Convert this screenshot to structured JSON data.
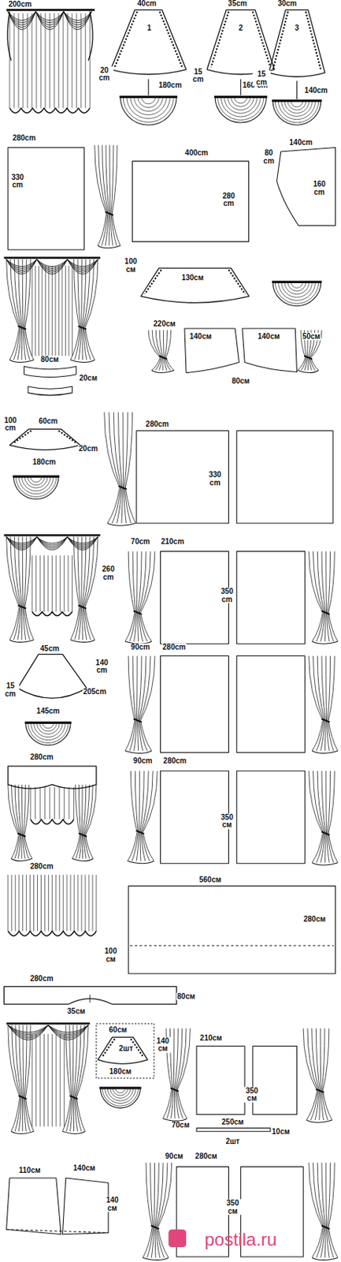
{
  "diagram": {
    "labels": [
      "200cm",
      "40cm",
      "1",
      "20 cm",
      "180cm",
      "35cm",
      "2",
      "15 cm",
      "160 cm",
      "30cm",
      "3",
      "15 cm",
      "140cm",
      "280cm",
      "330 cm",
      "400cm",
      "280 cm",
      "140cm",
      "80 cm",
      "160 cm",
      "100 см",
      "130см",
      "220см",
      "140см",
      "140см",
      "50см",
      "80см",
      "80см",
      "20см",
      "100 cm",
      "60cm",
      "180cm",
      "20cm",
      "280cm",
      "330 cm",
      "70cm",
      "210cm",
      "260 cm",
      "350 cm",
      "45cm",
      "140 cm",
      "15 cm",
      "205cm",
      "145cm",
      "90cm",
      "280cm",
      "280cm",
      "90cm",
      "280cm",
      "350 см",
      "280cm",
      "560см",
      "280см",
      "100 см",
      "280cm",
      "80см",
      "35см",
      "60см",
      "140 см",
      "2шт",
      "180см",
      "210см",
      "350 см",
      "70см",
      "250см",
      "10см",
      "2шт",
      "90см",
      "280см",
      "110см",
      "140см",
      "140 см",
      "350 см",
      "postila.ru"
    ]
  }
}
